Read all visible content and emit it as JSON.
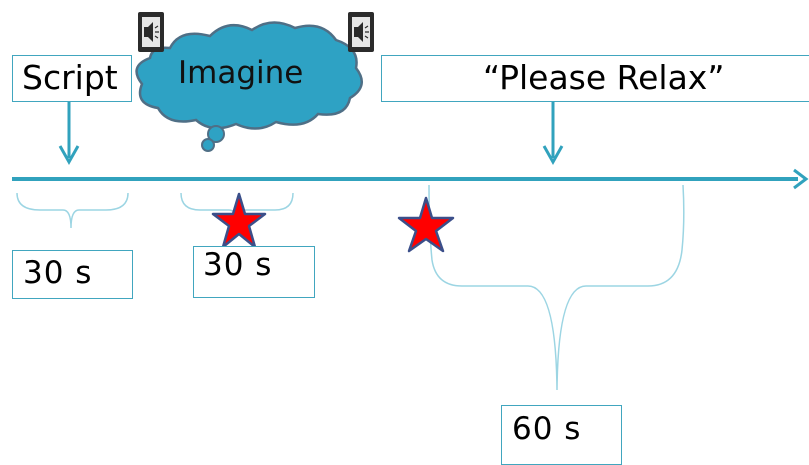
{
  "labels": {
    "script": "Script",
    "imagine": "Imagine",
    "relax": "“Please Relax”"
  },
  "durations": {
    "first": "30 s",
    "second": "30 s",
    "third": "60 s"
  },
  "icons": [
    "speaker-icon",
    "speaker-icon",
    "star-icon",
    "star-icon"
  ],
  "colors": {
    "timeline": "#31a2bd",
    "cloud_fill": "#2ea2c4",
    "cloud_stroke": "#4f6f86",
    "star_fill": "#ff0000",
    "star_stroke": "#3b4f8a",
    "box_border": "#41a6bf"
  }
}
